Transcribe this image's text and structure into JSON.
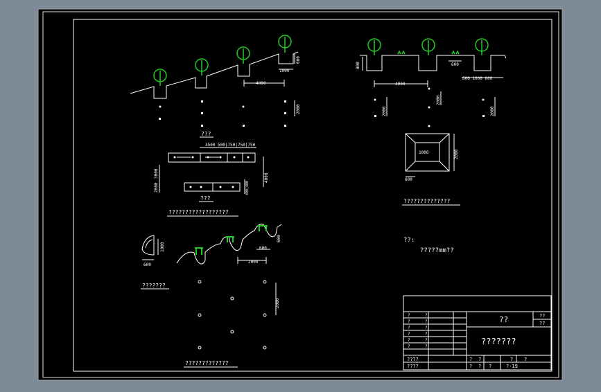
{
  "labels": {
    "dim_4000_top": "4000",
    "dim_1000": "1000",
    "dim_600_a": "600",
    "dim_2000_a": "2000",
    "title_1": "???",
    "dims_row": "3500  500|750|750|750",
    "dim_3000": "3000",
    "dim_2000_b": "2000",
    "dim_4000_v": "4000",
    "dim_600_b": "400|400",
    "title_2": "???",
    "caption_1": "??????????????????",
    "dim_1000_b": "1000",
    "dim_600_c": "600",
    "dim_800": "600",
    "dim_2000_c": "2000",
    "dim_600_d": "600",
    "dim_2000_d": "2000",
    "caption_2": "???????",
    "caption_3": "?????????????",
    "r_dim_800": "800",
    "r_dim_600": "600",
    "r_dim_4000": "4000",
    "r_dims_row": "600  1000  600",
    "r_dim_2000_a": "2000",
    "r_dim_2000_b": "2000",
    "r_dim_2000_c": "2000",
    "pit_dim_1000": "1000",
    "pit_dim_2000": "2000",
    "pit_dim_600": "600",
    "caption_4": "??????????????",
    "note_label": "??:",
    "note_text": "?????mm??"
  },
  "title_block": {
    "name_cell": "??",
    "small_1": "??",
    "small_2": "??",
    "main_title": "???????",
    "left_rows": [
      "?",
      "?",
      "?",
      "?",
      "?",
      "?",
      "?",
      "?",
      "?",
      "?",
      "?",
      "?"
    ],
    "bottom_1": "????",
    "bottom_2": "????",
    "bottom_3": "?",
    "bottom_4": "?",
    "bottom_5": "?",
    "bottom_6": "?",
    "bottom_7": "?",
    "bottom_8": "?",
    "bottom_9": "?",
    "sheet": "?·19"
  },
  "colors": {
    "canvas_bg": "#7f8a99",
    "sheet_bg": "#000000",
    "line": "#ffffff",
    "tree": "#22cc22"
  }
}
